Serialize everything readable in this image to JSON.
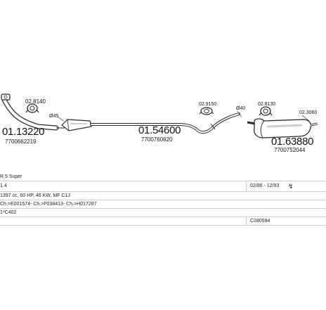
{
  "parts": {
    "front_pipe": {
      "code": "01.13220",
      "oem": "7700662219"
    },
    "clamp_1": {
      "label": "02.8140"
    },
    "diam_1": {
      "label": "Ø45"
    },
    "middle_pipe": {
      "code": "01.54600",
      "oem": "7700760620"
    },
    "clamp_2": {
      "label": "02.9150"
    },
    "diam_2": {
      "label": "Ø40"
    },
    "clamp_3": {
      "label": "02.8130"
    },
    "tail_pipe": {
      "label": "02.3060"
    },
    "rear_silencer": {
      "code": "01.63880",
      "oem": "7700752044"
    }
  },
  "info": {
    "model": "R 5 Super",
    "variant": "1.4",
    "years": "02/86 - 12/93",
    "engine": "1397 cc, 60 HP, 46 KW, MF C1J",
    "chassis": "Ch.>E001574- Ch.>F038413- Ch.>H017287",
    "note": "1*C402",
    "catalog_code": "C280594"
  },
  "colors": {
    "line": "#2a2a2a",
    "fill": "#ffffff",
    "shade": "#cfcfcf"
  }
}
